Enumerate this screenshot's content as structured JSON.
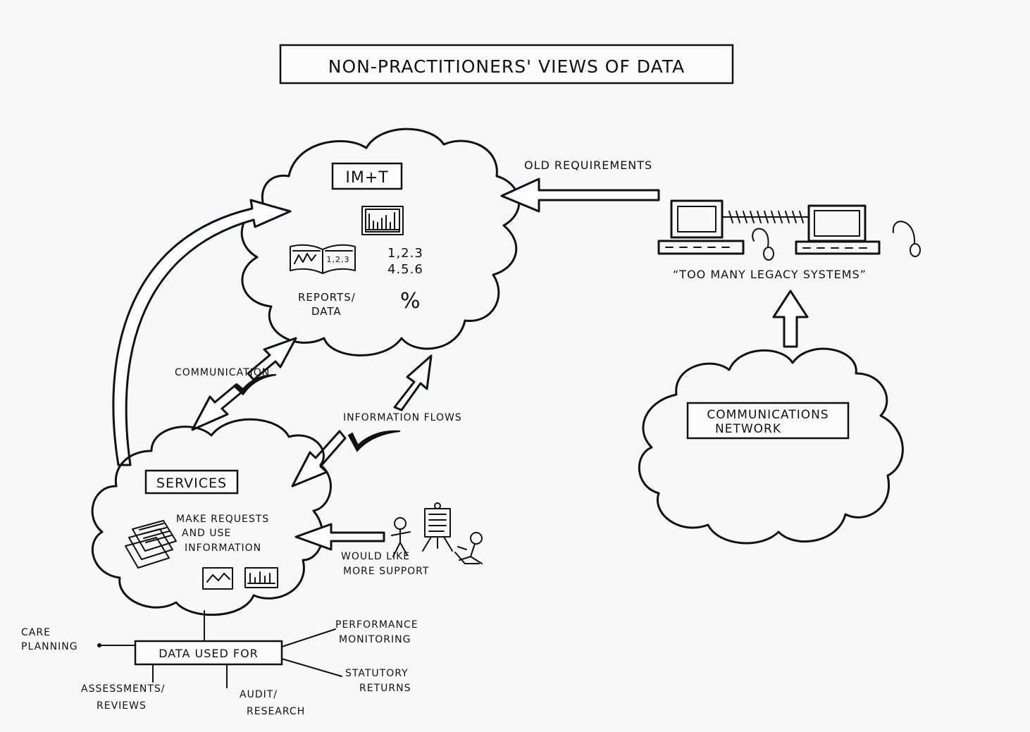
{
  "title": "NON-PRACTITIONERS' VIEWS OF DATA",
  "imt": {
    "label": "IM+T",
    "book_text": "1,2,3",
    "numbers_line1": "1,2.3",
    "numbers_line2": "4.5.6",
    "reports_line1": "REPORTS/",
    "reports_line2": "DATA",
    "percent": "%"
  },
  "old_requirements": "OLD REQUIREMENTS",
  "legacy": "“TOO MANY LEGACY SYSTEMS”",
  "communications_network": {
    "line1": "COMMUNICATIONS",
    "line2": "NETWORK"
  },
  "communication": "COMMUNICATION",
  "information_flows": "INFORMATION FLOWS",
  "services": {
    "label": "SERVICES",
    "line1": "MAKE REQUESTS",
    "line2": "AND USE",
    "line3": "INFORMATION"
  },
  "support": {
    "line1": "WOULD LIKE",
    "line2": "MORE SUPPORT"
  },
  "data_used_for": "DATA USED FOR",
  "uses": {
    "care_line1": "CARE",
    "care_line2": "PLANNING",
    "assess_line1": "ASSESSMENTS/",
    "assess_line2": "REVIEWS",
    "audit_line1": "AUDIT/",
    "audit_line2": "RESEARCH",
    "perf_line1": "PERFORMANCE",
    "perf_line2": "MONITORING",
    "stat_line1": "STATUTORY",
    "stat_line2": "RETURNS"
  },
  "icons": [
    "bar-chart-icon",
    "open-book-icon",
    "computer-icon",
    "mouse-icon",
    "document-stack-icon",
    "line-chart-icon",
    "stick-figure-icon",
    "flipchart-icon",
    "tick-mark-icon"
  ]
}
